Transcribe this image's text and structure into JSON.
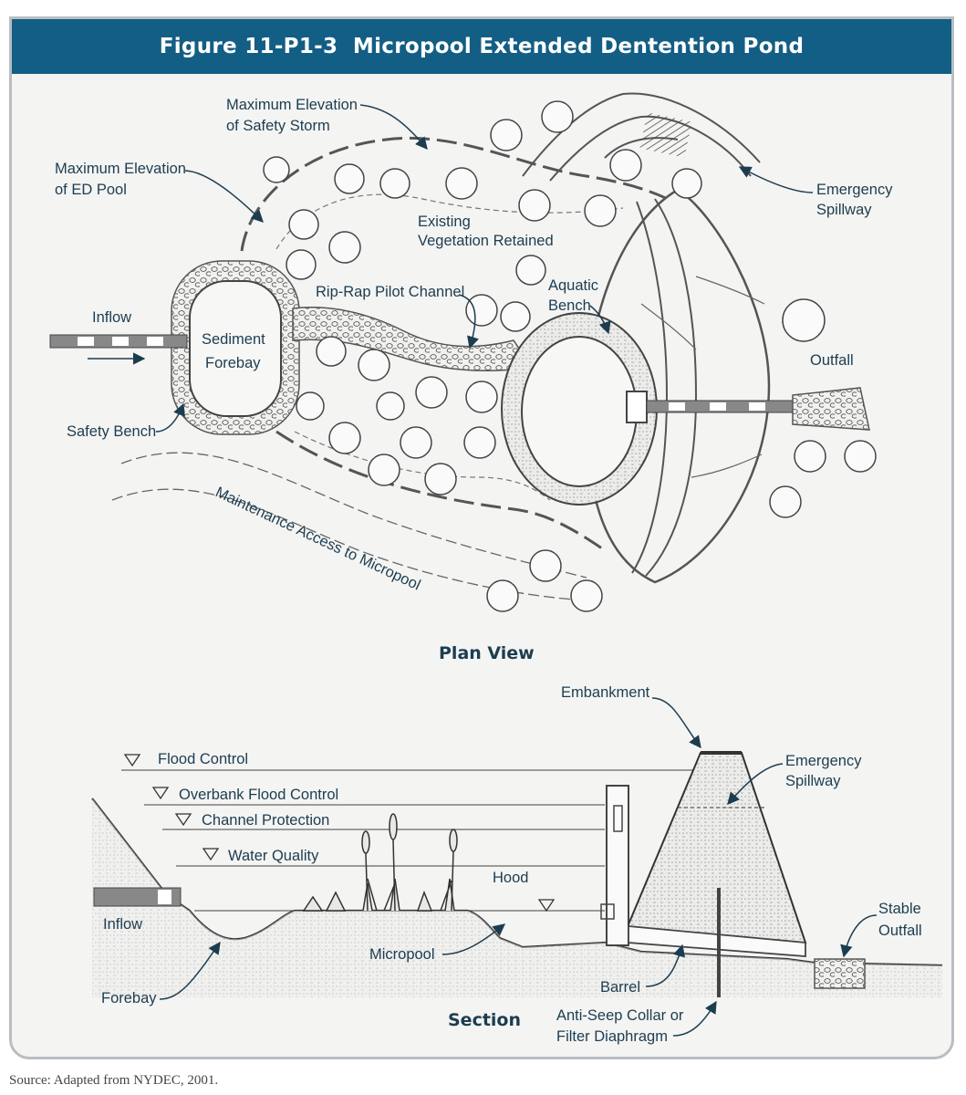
{
  "header": {
    "title": "Figure 11-P1-3  Micropool Extended Dentention Pond"
  },
  "plan": {
    "title": "Plan View",
    "labels": {
      "max_safety_1": "Maximum Elevation",
      "max_safety_2": "of Safety Storm",
      "max_ed_1": "Maximum Elevation",
      "max_ed_2": "of ED Pool",
      "existing_1": "Existing",
      "existing_2": "Vegetation Retained",
      "emergency_1": "Emergency",
      "emergency_2": "Spillway",
      "riprap": "Rip-Rap Pilot Channel",
      "aquatic_1": "Aquatic",
      "aquatic_2": "Bench",
      "inflow": "Inflow",
      "sediment_1": "Sediment",
      "sediment_2": "Forebay",
      "outfall": "Outfall",
      "safety_bench": "Safety Bench",
      "maintenance": "Maintenance Access to Micropool"
    }
  },
  "section": {
    "title": "Section",
    "labels": {
      "embankment": "Embankment",
      "emergency_1": "Emergency",
      "emergency_2": "Spillway",
      "flood_control": "Flood Control",
      "overbank": "Overbank Flood Control",
      "channel": "Channel Protection",
      "water_quality": "Water Quality",
      "hood": "Hood",
      "inflow": "Inflow",
      "stable_1": "Stable",
      "stable_2": "Outfall",
      "micropool": "Micropool",
      "forebay": "Forebay",
      "barrel": "Barrel",
      "antiseep_1": "Anti-Seep Collar or",
      "antiseep_2": "Filter Diaphragm"
    }
  },
  "source": "Source: Adapted from NYDEC, 2001.",
  "colors": {
    "header_bg": "#135e84",
    "ink": "#1c3d50",
    "frame": "#b9bec3",
    "panel": "#f4f4f3"
  }
}
